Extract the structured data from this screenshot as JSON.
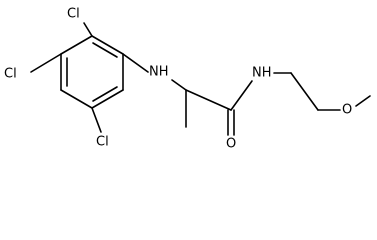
{
  "molecule": {
    "atoms": {
      "cl_top": "Cl",
      "cl_left": "Cl",
      "cl_bottom": "Cl",
      "nh_aniline": "NH",
      "nh_amide": "NH",
      "o_carbonyl": "O",
      "o_ether": "O"
    }
  },
  "colors": {
    "bond": "#000000",
    "text": "#000000",
    "background": "#ffffff"
  }
}
